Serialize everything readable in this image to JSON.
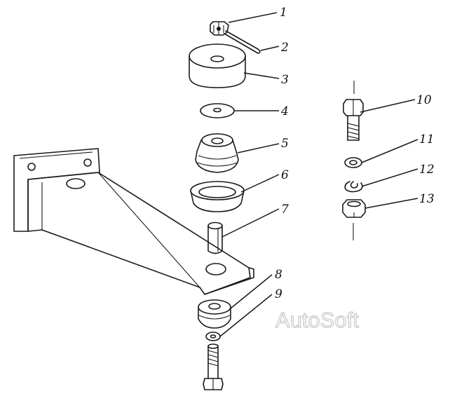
{
  "callouts": [
    {
      "id": "1",
      "label": "1"
    },
    {
      "id": "2",
      "label": "2"
    },
    {
      "id": "3",
      "label": "3"
    },
    {
      "id": "4",
      "label": "4"
    },
    {
      "id": "5",
      "label": "5"
    },
    {
      "id": "6",
      "label": "6"
    },
    {
      "id": "7",
      "label": "7"
    },
    {
      "id": "8",
      "label": "8"
    },
    {
      "id": "9",
      "label": "9"
    },
    {
      "id": "10",
      "label": "10"
    },
    {
      "id": "11",
      "label": "11"
    },
    {
      "id": "12",
      "label": "12"
    },
    {
      "id": "13",
      "label": "13"
    }
  ],
  "watermark": "AutoSoft",
  "colors": {
    "ink": "#1a1a1a",
    "watermark": "#c8c8c8",
    "background": "#ffffff"
  }
}
